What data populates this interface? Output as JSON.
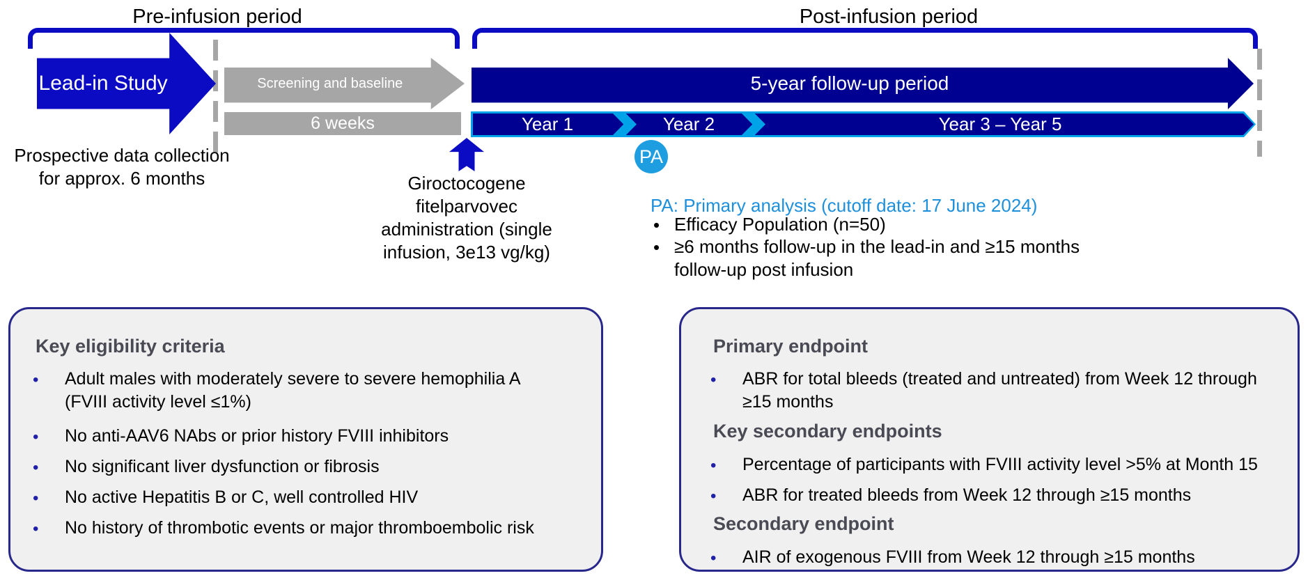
{
  "timeline": {
    "pre_period_label": "Pre-infusion period",
    "post_period_label": "Post-infusion period",
    "lead_in_label": "Lead-in Study",
    "screening_label": "Screening and baseline",
    "screening_duration": "6 weeks",
    "followup_label": "5-year follow-up period",
    "year_segments": [
      "Year 1",
      "Year 2",
      "Year 3 – Year 5"
    ],
    "prospective_note_lines": [
      "Prospective data collection",
      "for approx. 6 months"
    ],
    "administration_note_lines": [
      "Giroctocogene",
      "fitelparvovec",
      "administration (single",
      "infusion, 3e13 vg/kg)"
    ],
    "pa_marker": "PA",
    "pa_caption": "PA: Primary analysis (cutoff date: 17 June 2024)",
    "pa_bullets": [
      {
        "lines": [
          "Efficacy Population (n=50)",
          ""
        ]
      },
      {
        "lines": [
          "≥6 months follow-up in the lead-in and ≥15 months",
          "follow-up post infusion"
        ]
      }
    ]
  },
  "eligibility_box": {
    "title": "Key eligibility criteria",
    "bullets": [
      {
        "lines": [
          "Adult males with moderately severe to severe hemophilia A",
          "(FVIII activity level ≤1%)"
        ]
      },
      {
        "lines": [
          "No anti-AAV6 NAbs or prior history FVIII inhibitors",
          ""
        ]
      },
      {
        "lines": [
          "No significant liver dysfunction or fibrosis",
          ""
        ]
      },
      {
        "lines": [
          "No active Hepatitis B or C, well controlled HIV",
          ""
        ]
      },
      {
        "lines": [
          "No history of thrombotic events or major thromboembolic risk",
          ""
        ]
      }
    ]
  },
  "endpoints_box": {
    "sections": [
      {
        "title": "Primary endpoint",
        "bullets": [
          {
            "lines": [
              "ABR for total bleeds (treated and untreated) from Week 12 through",
              "≥15 months"
            ]
          }
        ]
      },
      {
        "title": "Key secondary endpoints",
        "bullets": [
          {
            "lines": [
              "Percentage of participants with FVIII activity level >5% at Month 15",
              ""
            ]
          },
          {
            "lines": [
              "ABR for treated bleeds from Week 12 through ≥15 months",
              ""
            ]
          }
        ]
      },
      {
        "title": "Secondary endpoint",
        "bullets": [
          {
            "lines": [
              "AIR of exogenous FVIII from Week 12 through ≥15 months",
              ""
            ]
          }
        ]
      }
    ]
  },
  "colors": {
    "bright_blue": "#0b0bc4",
    "navy": "#000091",
    "light_blue": "#00a2e8",
    "pa_blue": "#1e9ee0",
    "gray": "#a6a6a6",
    "box_fill": "#f0f0f0",
    "box_border": "#28288c"
  }
}
